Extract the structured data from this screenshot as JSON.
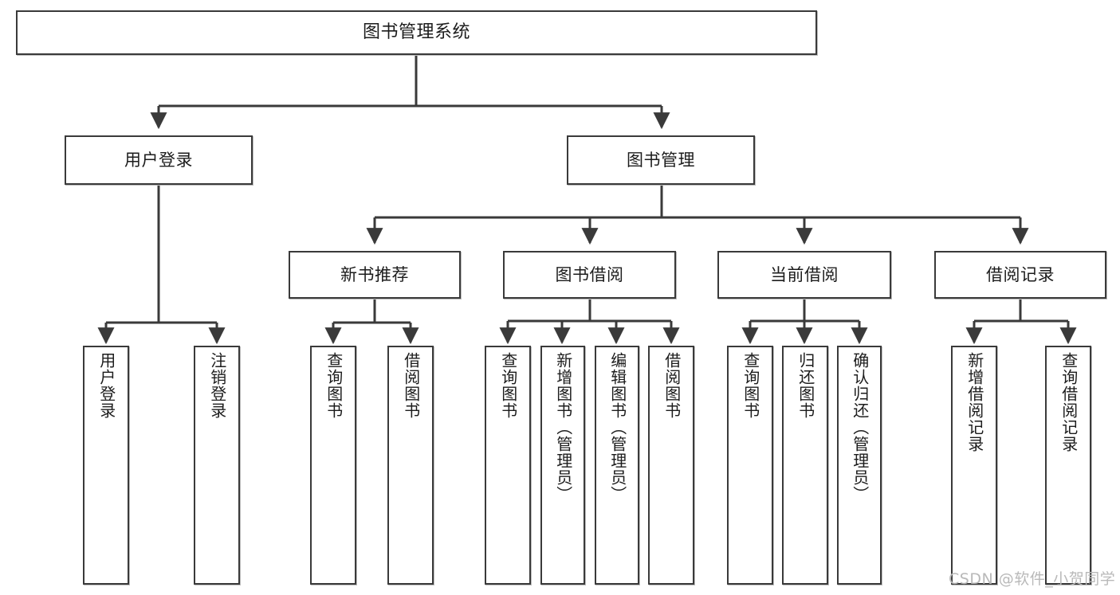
{
  "diagram": {
    "title": "图书管理系统",
    "type": "tree-hierarchy",
    "levels": {
      "root": {
        "label": "图书管理系统"
      },
      "level2": [
        {
          "label": "用户登录"
        },
        {
          "label": "图书管理"
        }
      ],
      "level3": [
        {
          "label": "新书推荐"
        },
        {
          "label": "图书借阅"
        },
        {
          "label": "当前借阅"
        },
        {
          "label": "借阅记录"
        }
      ],
      "level4": {
        "user_login": [
          {
            "label": "用户登录"
          },
          {
            "label": "注销登录"
          }
        ],
        "new_book_recommend": [
          {
            "label": "查询图书"
          },
          {
            "label": "借阅图书"
          }
        ],
        "book_borrow": [
          {
            "label": "查询图书"
          },
          {
            "label": "新增图书（管理员）"
          },
          {
            "label": "编辑图书（管理员）"
          },
          {
            "label": "借阅图书"
          }
        ],
        "current_borrow": [
          {
            "label": "查询图书"
          },
          {
            "label": "归还图书"
          },
          {
            "label": "确认归还（管理员）"
          }
        ],
        "borrow_record": [
          {
            "label": "新增借阅记录"
          },
          {
            "label": "查询借阅记录"
          }
        ]
      }
    }
  },
  "watermark": {
    "text": "CSDN @软件_小贺同学"
  },
  "colors": {
    "border": "#3a3a3a",
    "text": "#1c1c1c",
    "background": "#ffffff",
    "watermark": "#b9b9b9"
  }
}
